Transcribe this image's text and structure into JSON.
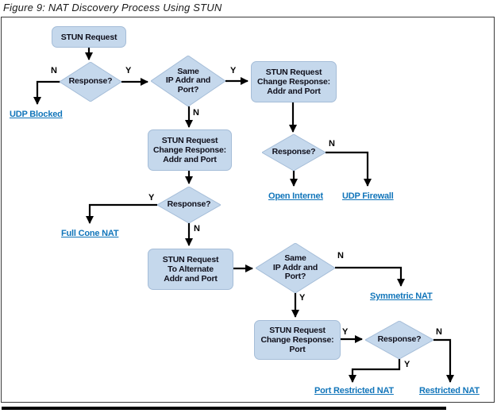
{
  "title": "Figure 9: NAT Discovery Process Using STUN",
  "yn": {
    "y": "Y",
    "n": "N"
  },
  "nodes": {
    "stun_request": "STUN Request",
    "response": "Response?",
    "same_ip": "Same\nIP Addr and\nPort?",
    "change_addr_port": "STUN Request\nChange Response:\nAddr and Port",
    "to_alternate": "STUN Request\nTo Alternate\nAddr and Port",
    "change_port": "STUN Request\nChange Response:\nPort"
  },
  "outcomes": {
    "udp_blocked": "UDP Blocked",
    "open_internet": "Open Internet",
    "udp_firewall": "UDP Firewall",
    "full_cone": "Full Cone NAT",
    "symmetric": "Symmetric NAT",
    "port_restricted": "Port Restricted NAT",
    "restricted": "Restricted NAT"
  },
  "colors": {
    "node_fill": "#c5d8ec",
    "node_border": "#a5bdd8",
    "link_blue": "#1175ba",
    "line_black": "#000000"
  }
}
